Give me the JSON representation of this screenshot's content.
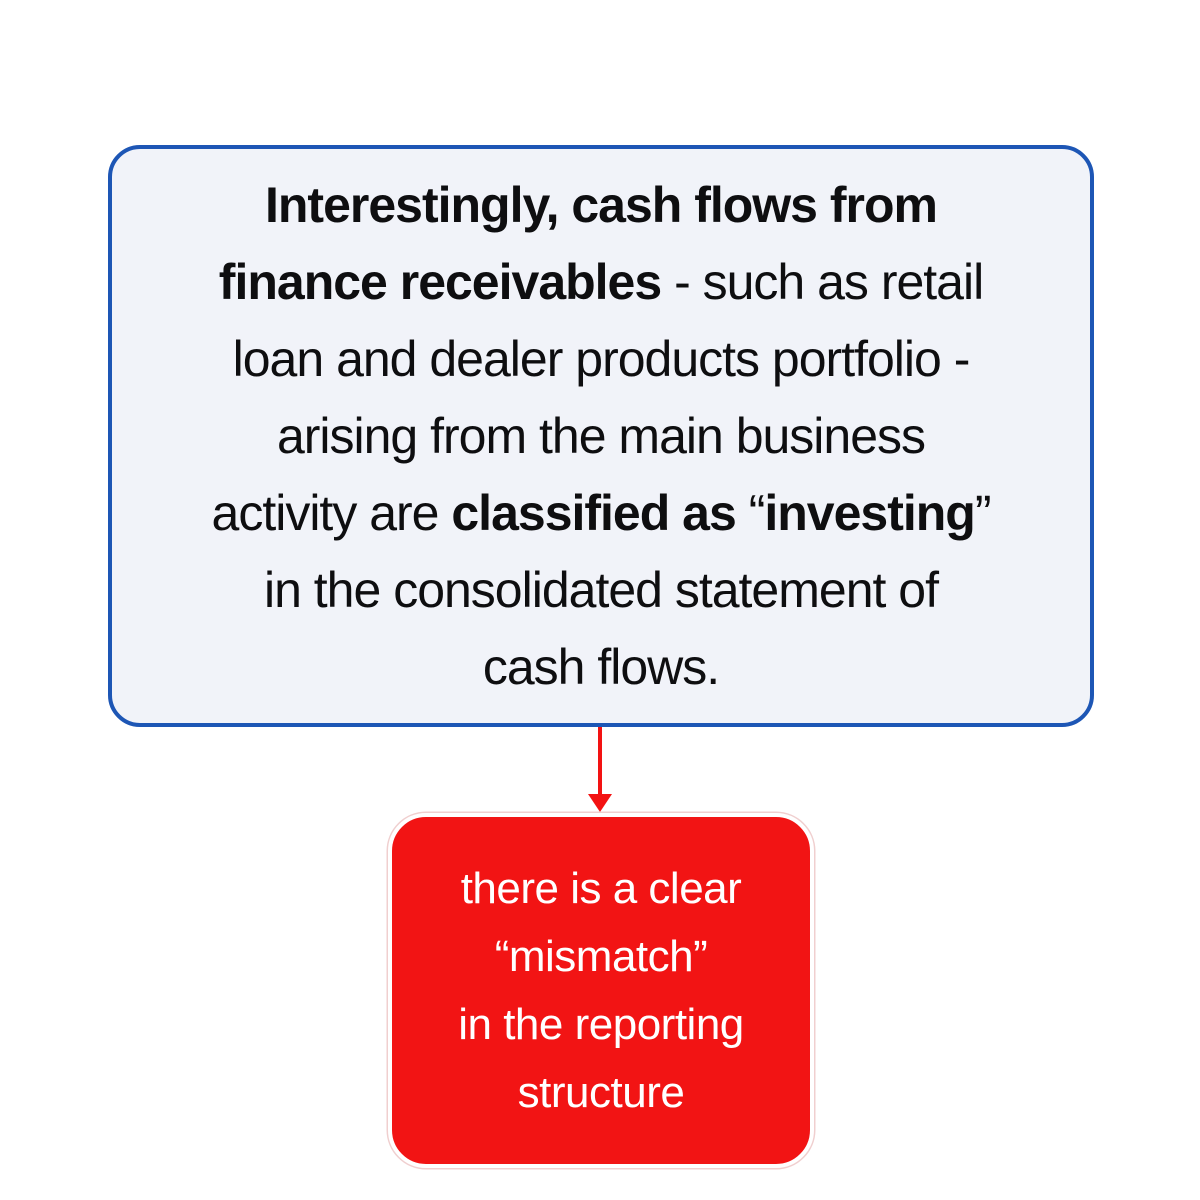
{
  "page": {
    "background": "#ffffff"
  },
  "statement_box": {
    "background": "#f1f3f9",
    "border_color": "#1d56b5",
    "text_color": "#0e0e10",
    "lines": [
      {
        "segments": [
          {
            "text": "Interestingly, cash flows from",
            "bold": true
          }
        ]
      },
      {
        "segments": [
          {
            "text": "finance receivables",
            "bold": true
          },
          {
            "text": " - such as retail",
            "bold": false
          }
        ]
      },
      {
        "segments": [
          {
            "text": "loan and dealer products portfolio -",
            "bold": false
          }
        ]
      },
      {
        "segments": [
          {
            "text": "arising from the main business",
            "bold": false
          }
        ]
      },
      {
        "segments": [
          {
            "text": "activity are ",
            "bold": false
          },
          {
            "text": "classified as",
            "bold": true
          },
          {
            "text": " “",
            "bold": false
          },
          {
            "text": "investing",
            "bold": true
          },
          {
            "text": "”",
            "bold": false
          }
        ]
      },
      {
        "segments": [
          {
            "text": "in the consolidated statement of",
            "bold": false
          }
        ]
      },
      {
        "segments": [
          {
            "text": "cash flows.",
            "bold": false
          }
        ]
      }
    ]
  },
  "arrow": {
    "color": "#f31212",
    "direction": "down"
  },
  "callout_box": {
    "background": "#f21414",
    "text_color": "#ffffff",
    "lines": [
      "there is a clear",
      "“mismatch”",
      "in the reporting",
      "structure"
    ]
  }
}
